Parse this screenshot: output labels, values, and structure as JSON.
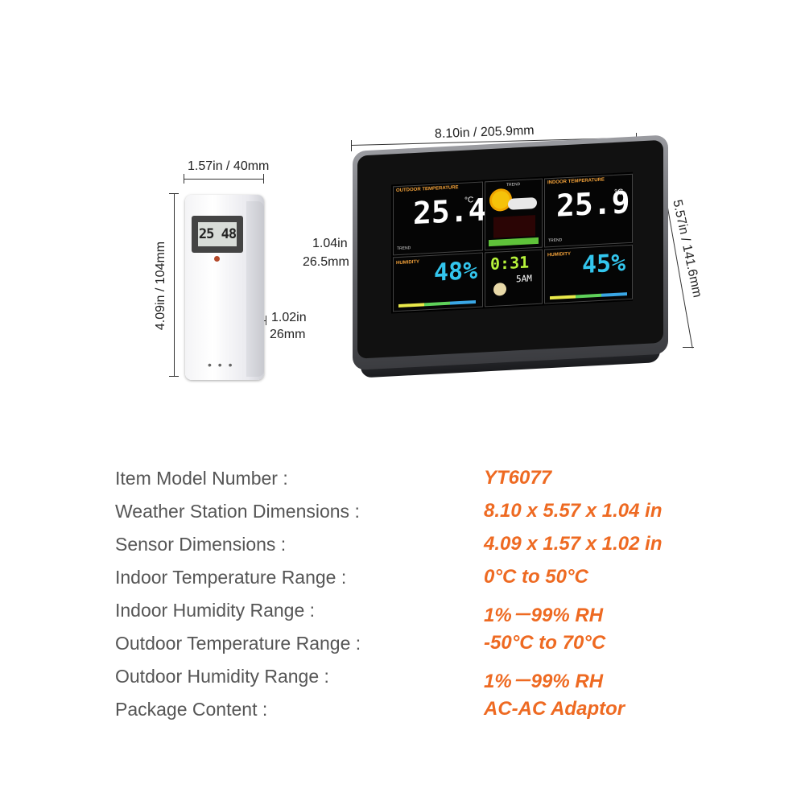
{
  "dimensions": {
    "sensor_width": "1.57in / 40mm",
    "sensor_height": "4.09in / 104mm",
    "sensor_depth_in": "1.02in",
    "sensor_depth_mm": "26mm",
    "station_width": "8.10in / 205.9mm",
    "station_height": "5.57in / 141.6mm",
    "station_depth_in": "1.04in",
    "station_depth_mm": "26.5mm"
  },
  "sensor_display": "25 48",
  "station_display": {
    "outdoor_label": "OUTDOOR TEMPERATURE",
    "indoor_label": "INDOOR TEMPERATURE",
    "trend_label": "TREND",
    "humidity_label": "HUMIDITY",
    "outdoor_temp": "25.4",
    "indoor_temp": "25.9",
    "unit": "°C",
    "outdoor_humidity": "48%",
    "indoor_humidity": "45%",
    "time": "0:31",
    "am_pm": "5AM"
  },
  "specs": [
    {
      "label": "Item Model Number :",
      "value": "YT6077"
    },
    {
      "label": "Weather Station Dimensions :",
      "value": "8.10 x 5.57 x 1.04 in"
    },
    {
      "label": "Sensor Dimensions :",
      "value": "4.09 x 1.57 x 1.02 in"
    },
    {
      "label": "Indoor Temperature Range :",
      "value": "0°C to 50°C"
    },
    {
      "label": "Indoor Humidity Range :",
      "value": "1%－99% RH"
    },
    {
      "label": "Outdoor Temperature Range :",
      "value": "-50°C to 70°C"
    },
    {
      "label": "Outdoor Humidity Range :",
      "value": "1%－99% RH"
    },
    {
      "label": "Package Content :",
      "value": "AC-AC Adaptor"
    }
  ]
}
